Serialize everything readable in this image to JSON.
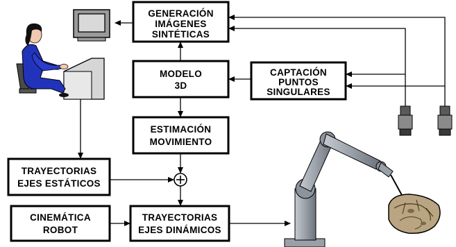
{
  "blocks": {
    "generacion": [
      "GENERACIÓN",
      "IMÁGENES",
      "SINTÉTICAS"
    ],
    "modelo": [
      "MODELO",
      "3D"
    ],
    "captacion": [
      "CAPTACIÓN",
      "PUNTOS",
      "SINGULARES"
    ],
    "estimacion": [
      "ESTIMACIÓN",
      "MOVIMIENTO"
    ],
    "tray_estaticos": [
      "TRAYECTORIAS",
      "EJES ESTÁTICOS"
    ],
    "cinematica": [
      "CINEMÁTICA",
      "ROBOT"
    ],
    "tray_dinamicos": [
      "TRAYECTORIAS",
      "EJES DINÁMICOS"
    ]
  },
  "sum_symbol": "+",
  "illustrations": {
    "monitor": "monitor-icon",
    "operator": "operator-at-console-icon",
    "camera_left": "camera-icon",
    "camera_right": "camera-icon",
    "robot_arm": "robot-arm-icon",
    "object": "skull-object-icon"
  },
  "colors": {
    "operator_suit": "#2233bb",
    "skin": "#f2c9b0",
    "robot_arm": "#9aa0a8",
    "object": "#b9a582"
  }
}
